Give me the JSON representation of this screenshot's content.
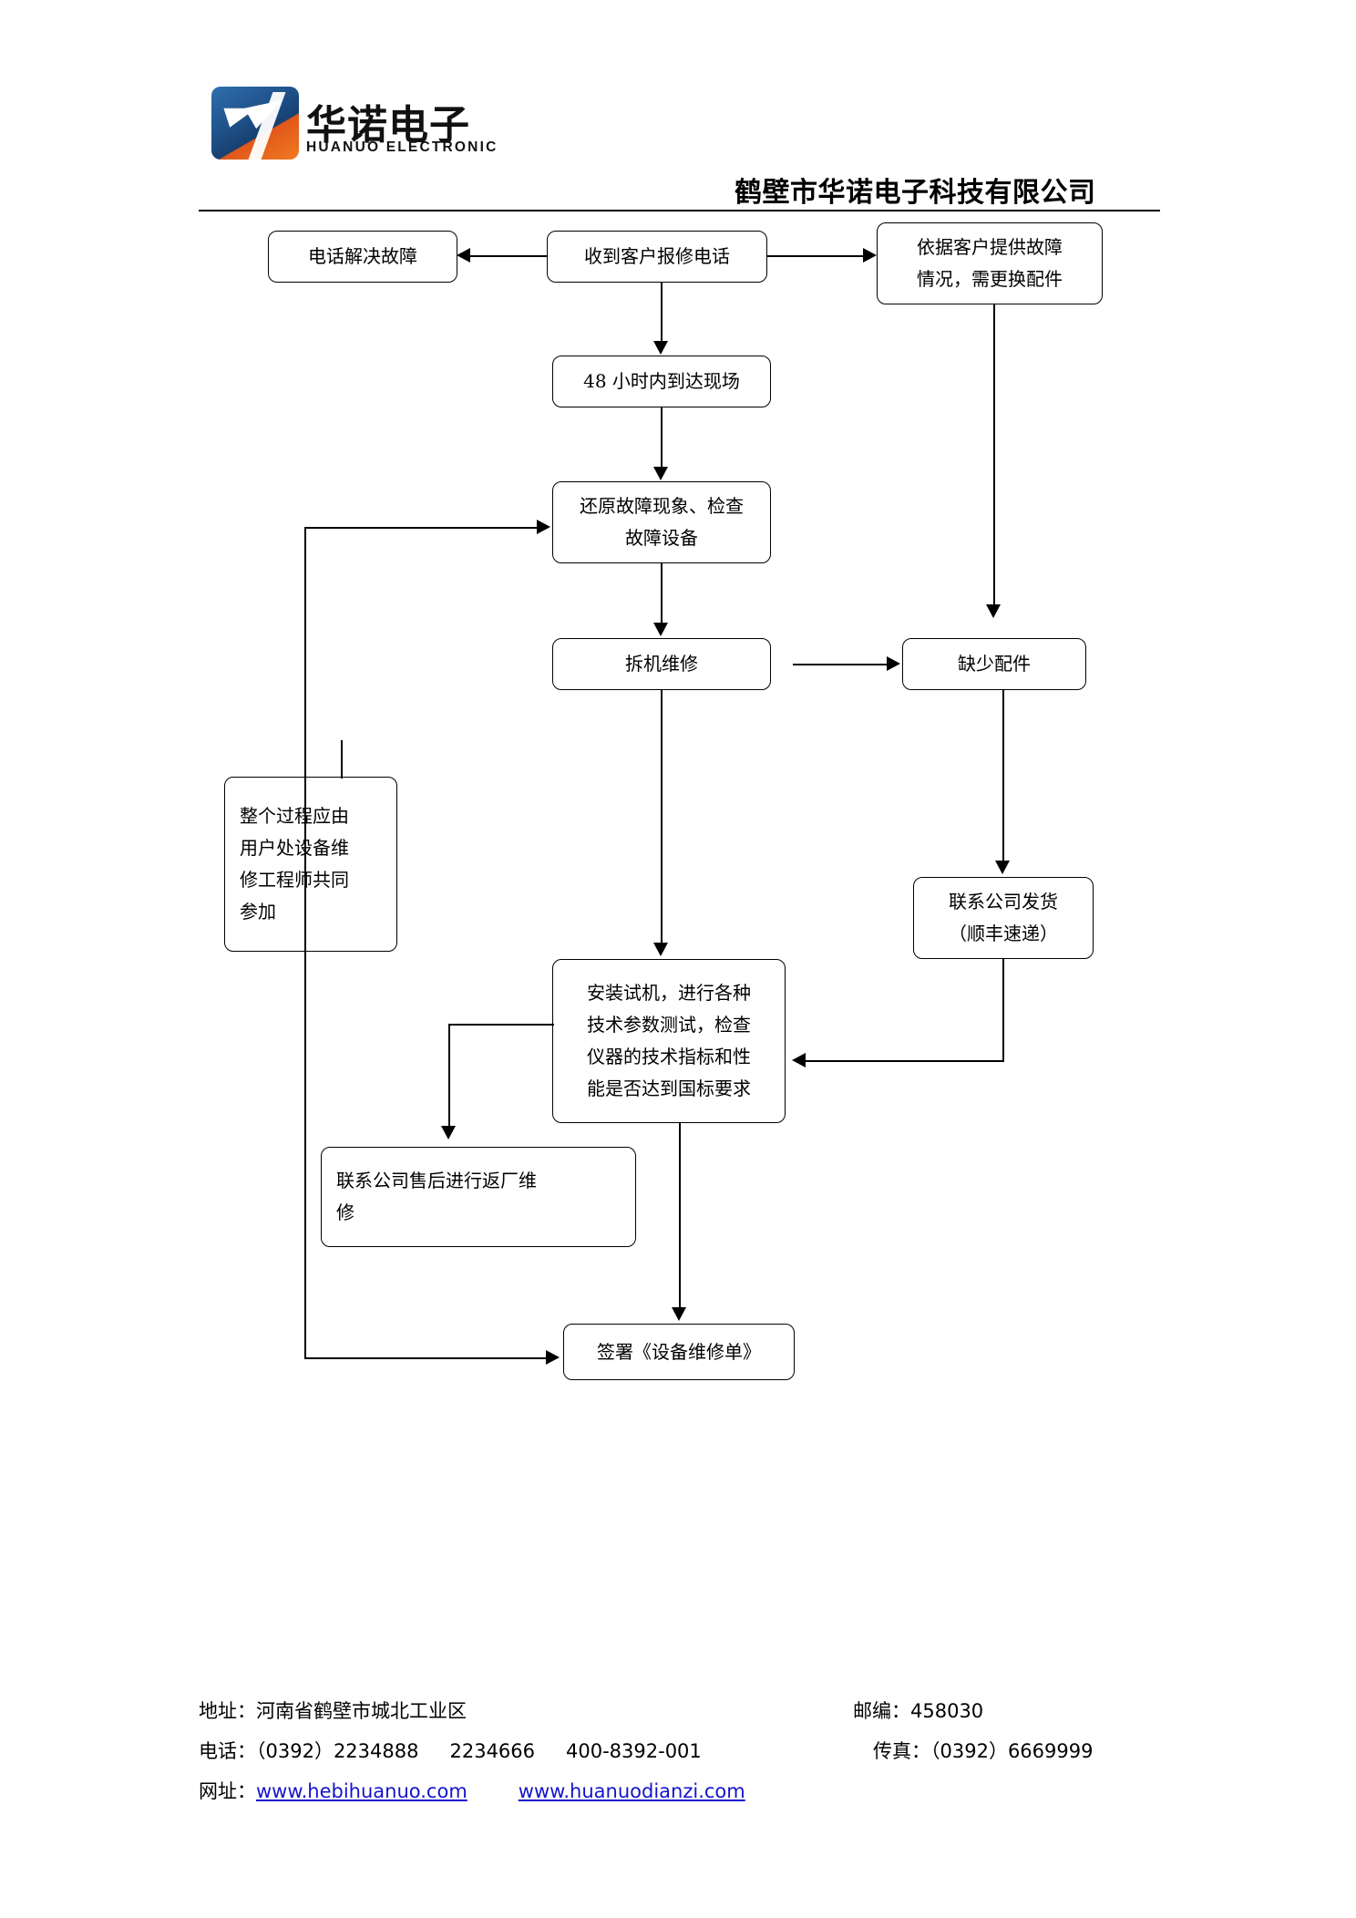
{
  "header": {
    "logo_cn": "华诺电子",
    "logo_en": "HUANUO ELECTRONIC",
    "company_title": "鹤壁市华诺电子科技有限公司",
    "brand_blue": "#1d4e86",
    "brand_orange": "#e2571a"
  },
  "flowchart": {
    "type": "diagram",
    "nodes": [
      {
        "id": "n1",
        "label": "电话解决故障"
      },
      {
        "id": "n2",
        "label": "收到客户报修电话"
      },
      {
        "id": "n3",
        "label": "依据客户提供故障\n情况，需更换配件"
      },
      {
        "id": "n4",
        "label": "48 小时内到达现场"
      },
      {
        "id": "n5",
        "label": "还原故障现象、检查\n故障设备"
      },
      {
        "id": "n6",
        "label": "拆机维修"
      },
      {
        "id": "n7",
        "label": "缺少配件"
      },
      {
        "id": "n8",
        "label": "整个过程应由\n用户处设备维\n修工程师共同\n参加"
      },
      {
        "id": "n9",
        "label": "联系公司发货\n（顺丰速递）"
      },
      {
        "id": "n10",
        "label": "安装试机，进行各种\n技术参数测试，检查\n仪器的技术指标和性\n能是否达到国标要求"
      },
      {
        "id": "n11",
        "label": "联系公司售后进行返厂维\n修"
      },
      {
        "id": "n12",
        "label": "签署《设备维修单》"
      }
    ],
    "edges": [
      {
        "from": "n2",
        "to": "n1",
        "direction": "left"
      },
      {
        "from": "n2",
        "to": "n3",
        "direction": "right"
      },
      {
        "from": "n2",
        "to": "n4",
        "direction": "down"
      },
      {
        "from": "n4",
        "to": "n5",
        "direction": "down"
      },
      {
        "from": "n3",
        "to": "n7",
        "direction": "down"
      },
      {
        "from": "n5",
        "to": "n6",
        "direction": "down"
      },
      {
        "from": "n6",
        "to": "n7",
        "direction": "right"
      },
      {
        "from": "n6",
        "to": "n10",
        "direction": "down"
      },
      {
        "from": "n7",
        "to": "n9",
        "direction": "down"
      },
      {
        "from": "n9",
        "to": "n10",
        "direction": "left"
      },
      {
        "from": "n10",
        "to": "n11",
        "direction": "left-down"
      },
      {
        "from": "n10",
        "to": "n12",
        "direction": "down"
      },
      {
        "from": "n11",
        "to": "n5",
        "direction": "left-up"
      },
      {
        "from": "n8",
        "to": "n12",
        "direction": "down-right"
      }
    ]
  },
  "footer": {
    "address_label": "地址：",
    "address_value": "河南省鹤壁市城北工业区",
    "postcode_label": "邮编：",
    "postcode_value": "458030",
    "phone_label": "电话：",
    "phone_1": "（0392）2234888",
    "phone_2": "2234666",
    "phone_3": "400-8392-001",
    "fax_label": "传真：",
    "fax_value": "（0392）6669999",
    "website_label": "网址：",
    "website_1": "www.hebihuanuo.com",
    "website_2": "www.huanuodianzi.com",
    "link_color": "#1414cc"
  }
}
